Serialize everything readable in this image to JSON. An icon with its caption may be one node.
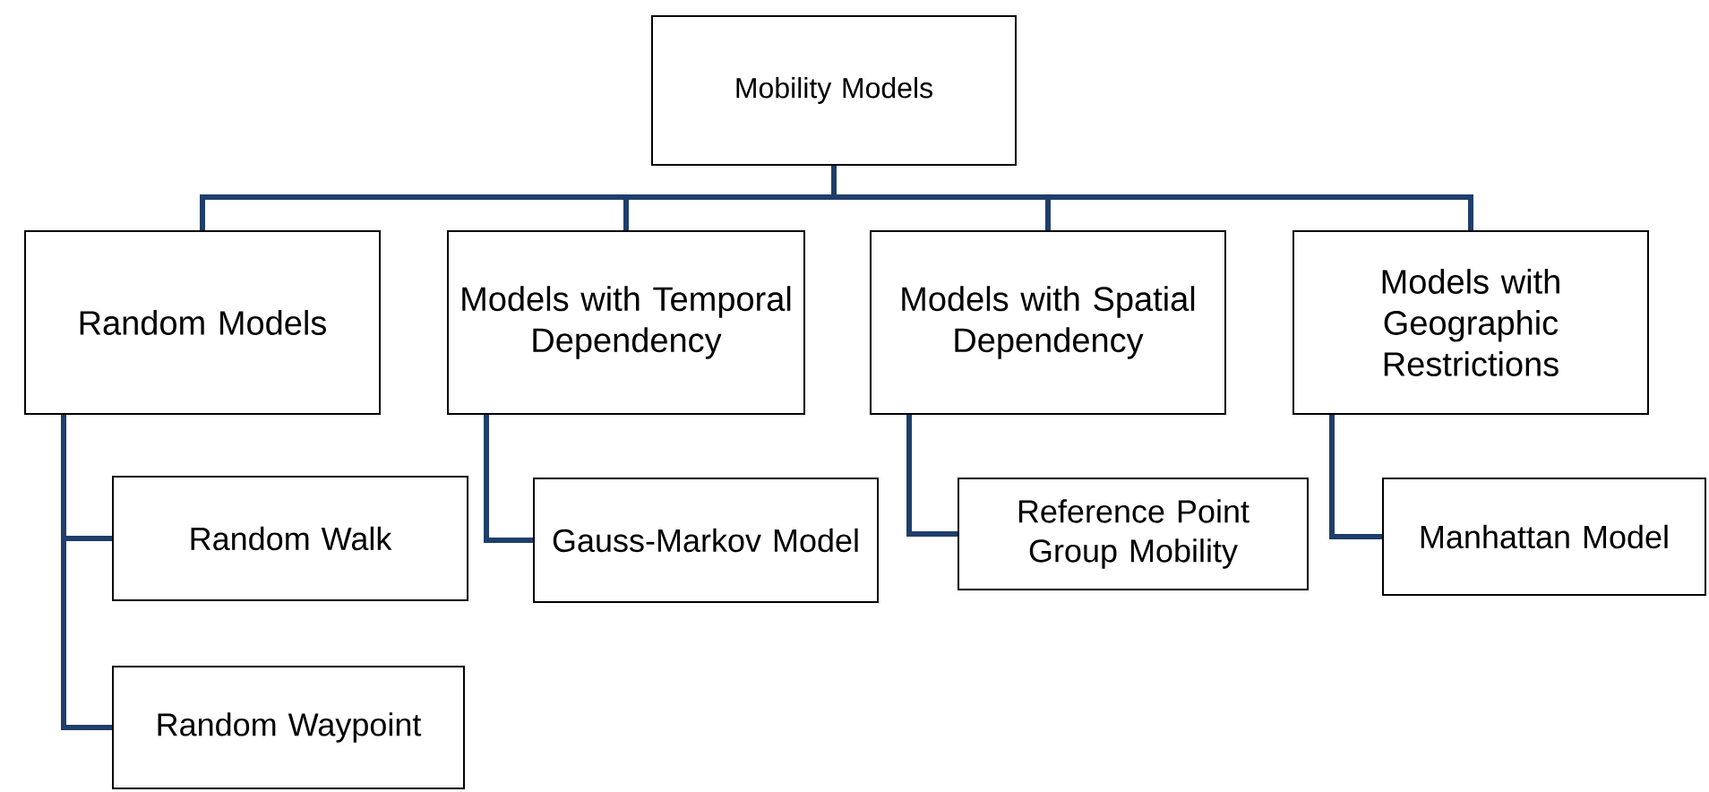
{
  "diagram": {
    "nodes": [
      {
        "text": [
          "Mobility Models"
        ]
      },
      {
        "text": [
          "Random Models"
        ]
      },
      {
        "text": [
          "Models with Temporal Dependency"
        ]
      },
      {
        "text": [
          "Models with Spatial Dependency"
        ]
      },
      {
        "text": [
          "Models with Geographic Restrictions"
        ]
      },
      {
        "text": [
          "Random Walk"
        ]
      },
      {
        "text": [
          "Random Waypoint"
        ]
      },
      {
        "text": [
          "Gauss-Markov Model"
        ]
      },
      {
        "text": [
          "Reference Point Group Mobility"
        ]
      },
      {
        "text": [
          "Manhattan Model"
        ]
      }
    ],
    "edges": [
      {
        "from": 0,
        "to": 1,
        "arrow": "none"
      },
      {
        "from": 0,
        "to": 2,
        "arrow": "none"
      },
      {
        "from": 0,
        "to": 3,
        "arrow": "none"
      },
      {
        "from": 0,
        "to": 4,
        "arrow": "none"
      },
      {
        "from": 1,
        "to": 5,
        "arrow": "none"
      },
      {
        "from": 1,
        "to": 6,
        "arrow": "none"
      },
      {
        "from": 2,
        "to": 7,
        "arrow": "none"
      },
      {
        "from": 3,
        "to": 8,
        "arrow": "none"
      },
      {
        "from": 4,
        "to": 9,
        "arrow": "none"
      }
    ]
  }
}
